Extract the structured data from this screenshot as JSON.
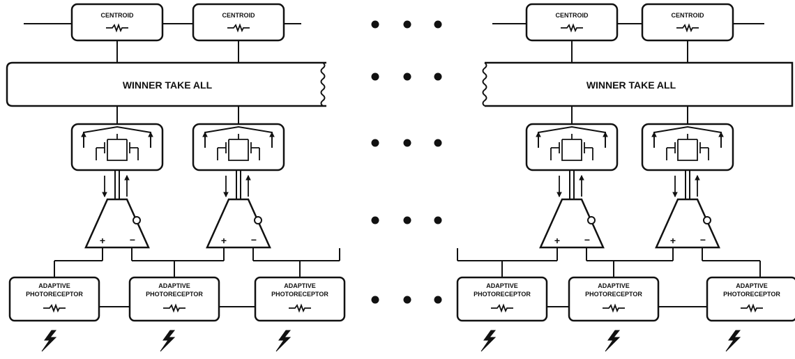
{
  "labels": {
    "centroid": "CENTROID",
    "wta": "WINNER TAKE ALL",
    "adaptive": "ADAPTIVE",
    "photoreceptor": "PHOTORECEPTOR",
    "plus": "+",
    "minus": "−",
    "ellipsis": "• • •"
  },
  "structure": {
    "centroid_blocks": 4,
    "pixel_switch_blocks": 4,
    "transconductance_amplifiers": 4,
    "photoreceptor_blocks": 6,
    "light_input_symbols": 6,
    "ellipsis_rows": 5
  }
}
